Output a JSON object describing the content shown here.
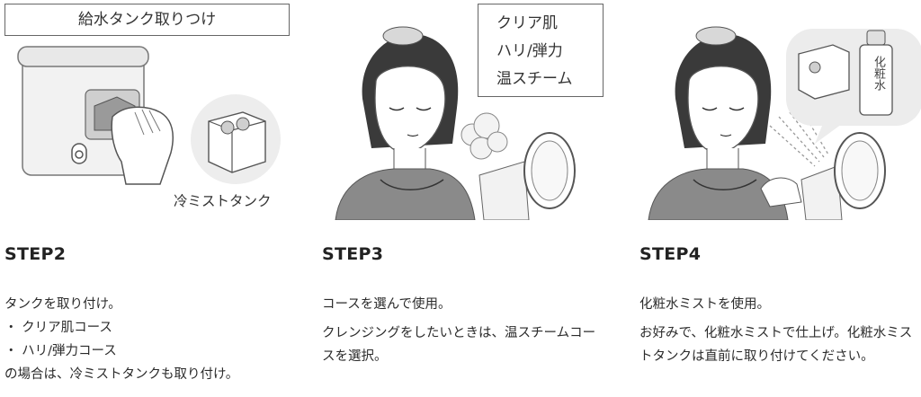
{
  "steps": [
    {
      "id": "s2",
      "title": "STEP2",
      "image_label": "給水タンク取りつけ",
      "caption": "冷ミストタンク",
      "lines": [
        "タンクを取り付け。",
        "・ クリア肌コース",
        "・ ハリ/弾力コース",
        "の場合は、冷ミストタンクも取り付け。"
      ]
    },
    {
      "id": "s3",
      "title": "STEP3",
      "image_label_lines": [
        "クリア肌",
        "ハリ/弾力",
        "温スチーム"
      ],
      "paragraphs": [
        "コースを選んで使用。",
        "クレンジングをしたいときは、温スチームコースを選択。"
      ]
    },
    {
      "id": "s4",
      "title": "STEP4",
      "bottle_label": "化粧水",
      "paragraphs": [
        "化粧水ミストを使用。",
        "お好みで、化粧水ミストで仕上げ。化粧水ミストタンクは直前に取り付けてください。"
      ]
    }
  ]
}
